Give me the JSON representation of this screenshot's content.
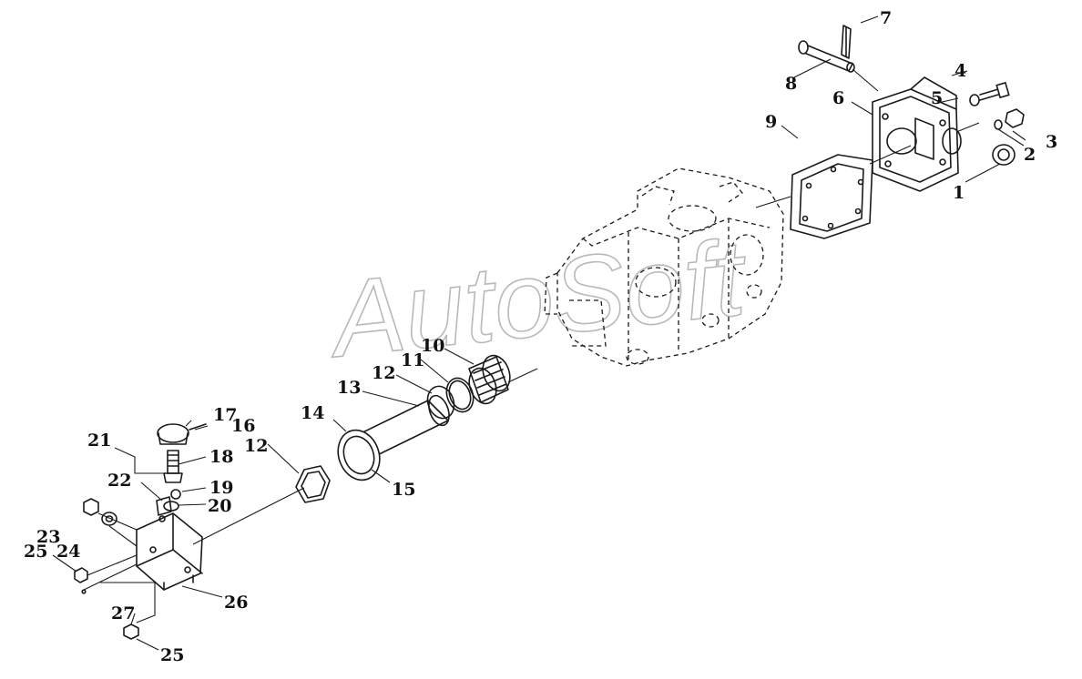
{
  "diagram": {
    "watermark": "AutoSoft",
    "callouts": [
      {
        "id": "c1",
        "label": "1"
      },
      {
        "id": "c2",
        "label": "2"
      },
      {
        "id": "c3",
        "label": "3"
      },
      {
        "id": "c4",
        "label": "4"
      },
      {
        "id": "c5",
        "label": "5"
      },
      {
        "id": "c6",
        "label": "6"
      },
      {
        "id": "c7",
        "label": "7"
      },
      {
        "id": "c8",
        "label": "8"
      },
      {
        "id": "c9",
        "label": "9"
      },
      {
        "id": "c10",
        "label": "10"
      },
      {
        "id": "c11",
        "label": "11"
      },
      {
        "id": "c12a",
        "label": "12"
      },
      {
        "id": "c12b",
        "label": "12"
      },
      {
        "id": "c13",
        "label": "13"
      },
      {
        "id": "c14",
        "label": "14"
      },
      {
        "id": "c15",
        "label": "15"
      },
      {
        "id": "c16",
        "label": "16"
      },
      {
        "id": "c17",
        "label": "17"
      },
      {
        "id": "c18",
        "label": "18"
      },
      {
        "id": "c19",
        "label": "19"
      },
      {
        "id": "c20",
        "label": "20"
      },
      {
        "id": "c21",
        "label": "21"
      },
      {
        "id": "c22",
        "label": "22"
      },
      {
        "id": "c23",
        "label": "23"
      },
      {
        "id": "c24",
        "label": "24"
      },
      {
        "id": "c25a",
        "label": "25"
      },
      {
        "id": "c25b",
        "label": "25"
      },
      {
        "id": "c26",
        "label": "26"
      },
      {
        "id": "c27",
        "label": "27"
      }
    ]
  }
}
